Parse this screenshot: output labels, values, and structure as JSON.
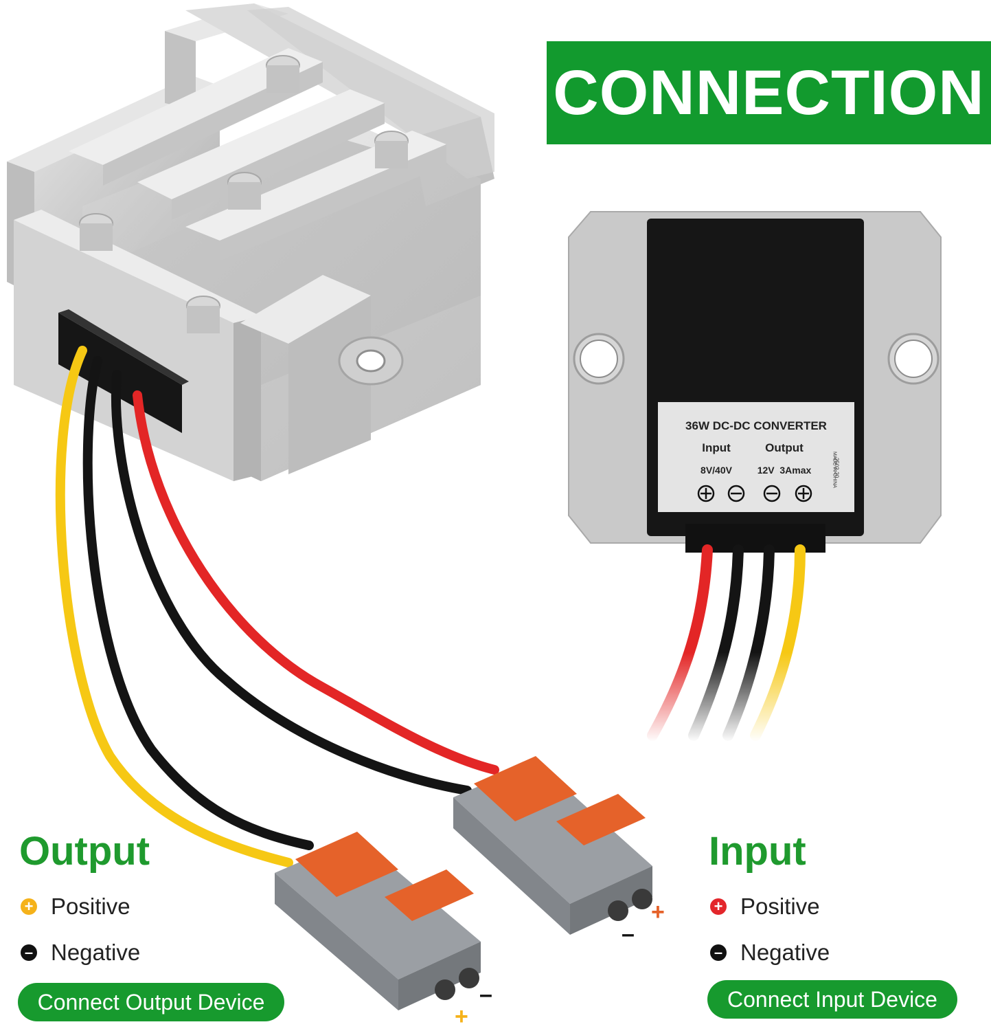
{
  "banner": {
    "title": "CONNECTION"
  },
  "label": {
    "title": "36W DC-DC CONVERTER",
    "input_header": "Input",
    "output_header": "Output",
    "input_range": "8V/40V",
    "output_spec": "12V  3Amax",
    "side_code": "2502-20",
    "side_origin": "MADE IN CHINA"
  },
  "output_legend": {
    "title": "Output",
    "positive": "Positive",
    "negative": "Negative",
    "button": "Connect Output Device",
    "positive_color": "#f5b21a"
  },
  "input_legend": {
    "title": "Input",
    "positive": "Positive",
    "negative": "Negative",
    "button": "Connect Input Device",
    "positive_color": "#e3262b"
  },
  "terminal_marks": {
    "plus": "+",
    "minus": "–"
  },
  "colors": {
    "accent_green": "#129a2e",
    "wire_red": "#e32626",
    "wire_yellow": "#f6c814",
    "wire_black": "#141414",
    "connector_orange": "#e5622a",
    "connector_gray": "#9b9fa4"
  }
}
